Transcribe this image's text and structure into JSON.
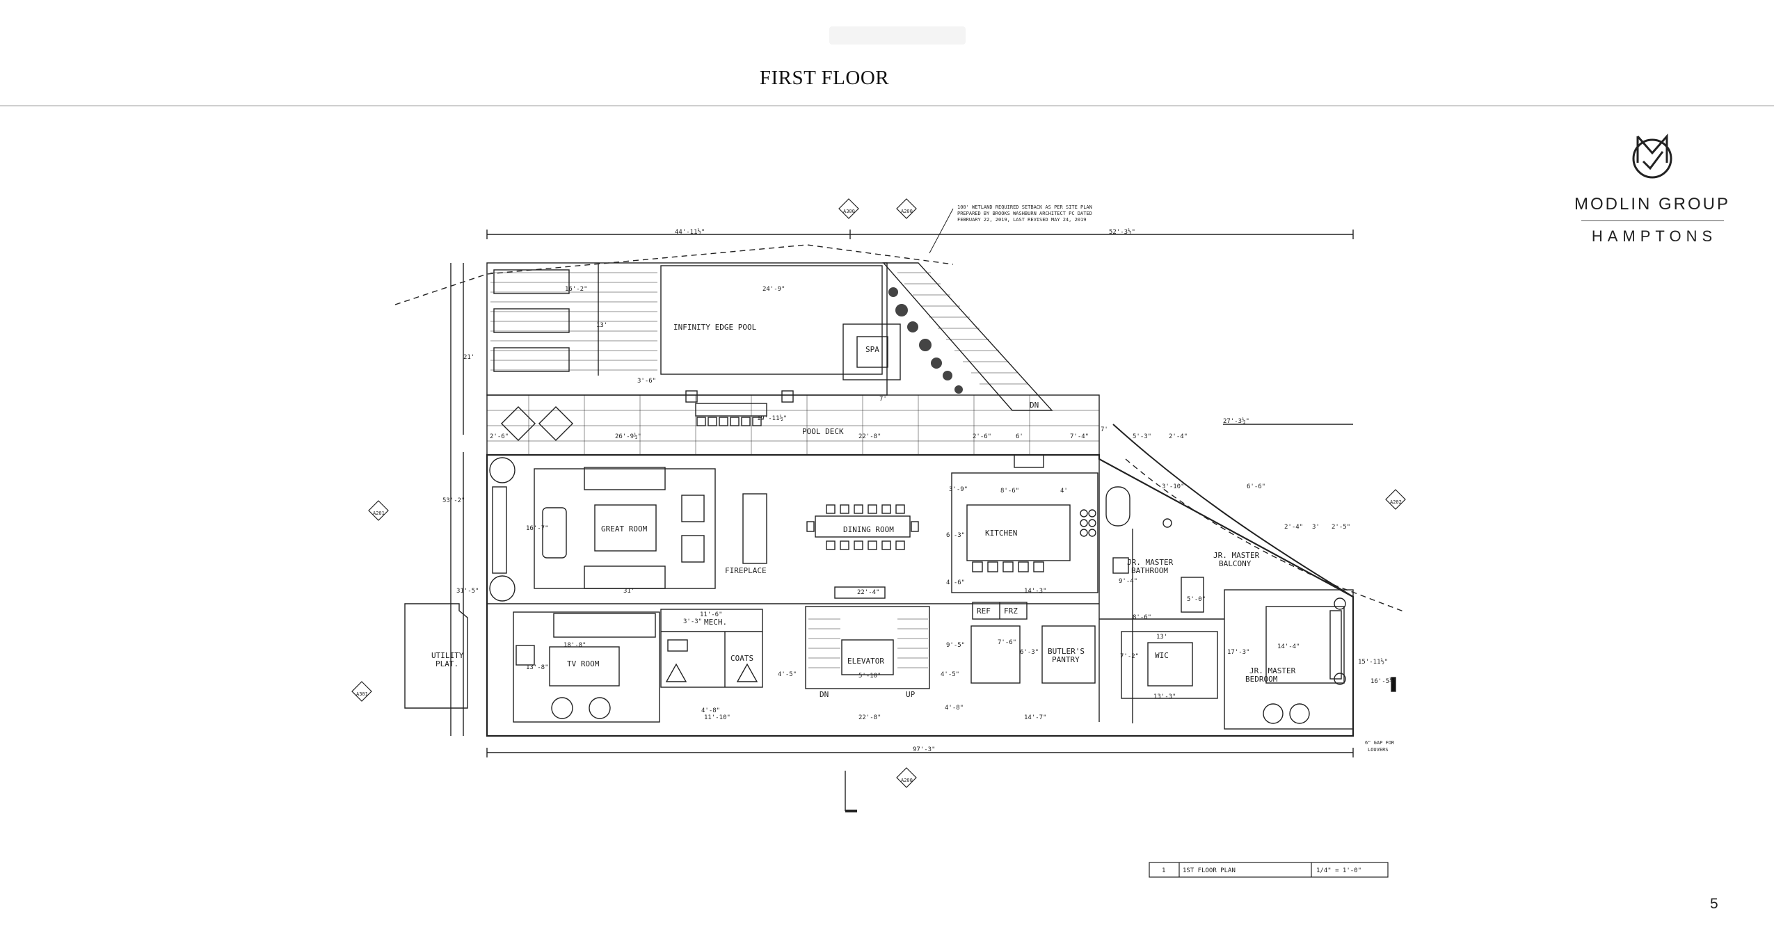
{
  "page": {
    "title": "FIRST FLOOR",
    "page_number": "5"
  },
  "brand": {
    "name": "MODLIN GROUP",
    "sub": "HAMPTONS",
    "logo_icon": "mg-monogram-icon"
  },
  "title_block": {
    "number": "1",
    "name": "1ST FLOOR PLAN",
    "scale": "1/4\" = 1'-0\""
  },
  "plan": {
    "site_note": [
      "100' WETLAND REQUIRED SETBACK AS PER SITE PLAN",
      "PREPARED BY BROOKS WASHBURN ARCHITECT PC DATED",
      "FEBRUARY 22, 2019, LAST REVISED MAY 24, 2019"
    ],
    "rooms": {
      "infinity_pool": "INFINITY EDGE POOL",
      "spa": "SPA",
      "pool_deck": "POOL DECK",
      "great_room": "GREAT ROOM",
      "fireplace": "FIREPLACE",
      "dining_room": "DINING ROOM",
      "kitchen": "KITCHEN",
      "tv_room": "TV ROOM",
      "utility_line1": "UTILITY",
      "utility_line2": "PLAT.",
      "mech": "MECH.",
      "coats": "COATS",
      "elevator": "ELEVATOR",
      "dn": "DN",
      "up": "UP",
      "dn_ramp": "DN",
      "ref": "REF",
      "frz": "FRZ",
      "butlers_line1": "BUTLER'S",
      "butlers_line2": "PANTRY",
      "wic": "WIC",
      "jr_bath_line1": "JR. MASTER",
      "jr_bath_line2": "BATHROOM",
      "jr_balcony_line1": "JR. MASTER",
      "jr_balcony_line2": "BALCONY",
      "jr_bed_line1": "JR. MASTER",
      "jr_bed_line2": "BEDROOM"
    },
    "dims": {
      "top_left": "44'-11½\"",
      "top_right": "52'-3½\"",
      "overall_bottom": "97'-3\"",
      "right_upper": "27'-3½\"",
      "height_21": "21'",
      "height_53": "53'-2\"",
      "height_31": "31'-5\"",
      "pool_24": "24'-9\"",
      "pool_16": "16'-2\"",
      "pool_13": "13'",
      "pool_3": "3'-6\"",
      "spa_7": "7'",
      "deck_19": "19'-11½\"",
      "deck_2a": "2'-6\"",
      "deck_26": "26'-9½\"",
      "deck_22": "22'-8\"",
      "deck_2b": "2'-6\"",
      "deck_6": "6'",
      "deck_7a": "7'-4\"",
      "deck_7b": "7'",
      "deck_5": "5'-3\"",
      "deck_2c": "2'-4\"",
      "great_16": "16'-7\"",
      "great_31": "31'",
      "kitchen_3": "3'-9\"",
      "kitchen_8": "8'-6\"",
      "kitchen_4a": "4'",
      "kitchen_6": "6'-3\"",
      "kitchen_4b": "4'-6\"",
      "kitchen_14": "14'-3\"",
      "hall_22a": "22'-4\"",
      "tv_18": "18'-8\"",
      "tv_13": "13'-8\"",
      "mech_11": "11'-6\"",
      "mech_3": "3'-3\"",
      "hall_4a": "4'-5\"",
      "elev_5": "5'-10\"",
      "hall_4b": "4'-5\"",
      "hall_4c": "4'-8\"",
      "hall_4d": "4'-8\"",
      "hall_11": "11'-10\"",
      "hall_22b": "22'-8\"",
      "hall_14": "14'-7\"",
      "pantry_9": "9'-5\"",
      "pantry_7": "7'-6\"",
      "pantry_6": "6'-3\"",
      "bath_3": "3'-10\"",
      "bath_6": "6'-6\"",
      "bath_9": "9'-4\"",
      "bath_5": "5'-0\"",
      "bath_8": "8'-6\"",
      "wic_13a": "13'",
      "wic_7": "7'-2\"",
      "wic_13b": "13'-3\"",
      "bed_2a": "2'-4\"",
      "bed_3": "3'",
      "bed_2b": "2'-5\"",
      "bed_17": "17'-3\"",
      "bed_14": "14'-4\"",
      "bed_15": "15'-11½\"",
      "bed_16": "16'-5½\"",
      "louver_line1": "6\" GAP FOR",
      "louver_line2": "LOUVERS"
    },
    "section_tags": {
      "top_a": "A300",
      "top_b": "A200",
      "left_a": "A201",
      "left_b": "A301",
      "right_a": "A202",
      "bottom_a": "A200"
    }
  }
}
